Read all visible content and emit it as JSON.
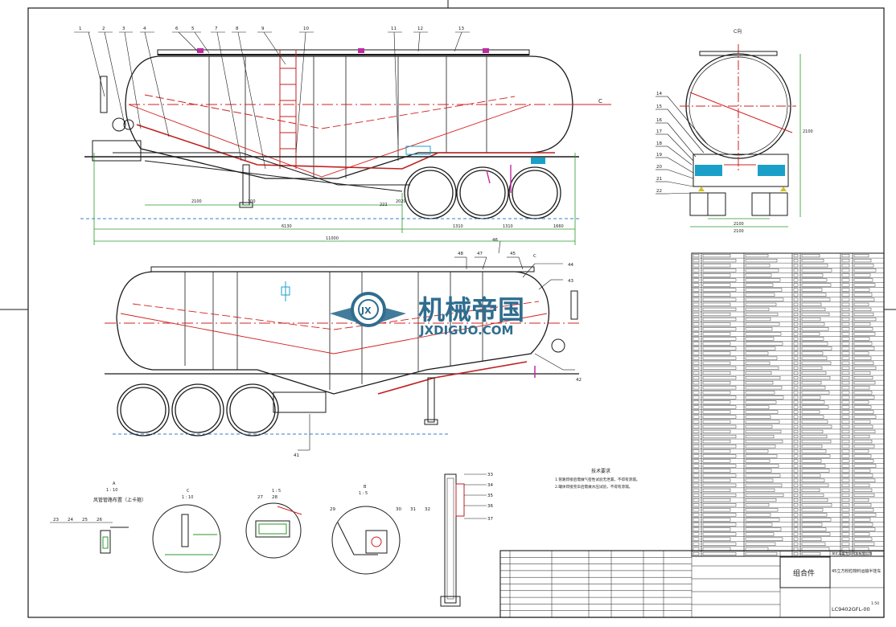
{
  "watermark": {
    "chinese": "机械帝国",
    "latin": "JXDIGUO.COM",
    "logo_letters": "JX",
    "color": "#2f6d8f"
  },
  "colors": {
    "outline": "#1a1a1a",
    "centerline": "#d22020",
    "dimension": "#2a9a2a",
    "magenta": "#c02aa0",
    "cyan": "#1aa0c8",
    "ground": "#3a7ec8"
  },
  "side_view": {
    "balloons": [
      "1",
      "2",
      "3",
      "4",
      "6",
      "5",
      "7",
      "8",
      "9",
      "10",
      "11",
      "12",
      "13"
    ],
    "section_mark": "C",
    "dimensions": [
      "2100",
      "222",
      "2020",
      "300",
      "6130",
      "1310",
      "1310",
      "1660",
      "11000"
    ]
  },
  "end_view": {
    "balloons": [
      "14",
      "15",
      "16",
      "17",
      "18",
      "19",
      "20",
      "21",
      "22"
    ],
    "dimensions": [
      "2100",
      "2100",
      "2100"
    ],
    "section_mark": "C向"
  },
  "other_side_view": {
    "balloons": [
      "48",
      "47",
      "46",
      "45",
      "44",
      "43",
      "42",
      "41"
    ],
    "section_mark": "C"
  },
  "detail_views": {
    "a": {
      "title": "A",
      "subtitle": "1 : 10",
      "caption": "风管管路布置（上卡箍）",
      "balloons": [
        "23",
        "24",
        "25",
        "26"
      ]
    },
    "b": {
      "title": "C",
      "subtitle": "1 : 10",
      "balloons": []
    },
    "c": {
      "title": "1 : 5",
      "balloons": [
        "27",
        "28"
      ]
    },
    "d": {
      "title": "B",
      "subtitle": "1 : 5",
      "balloons": [
        "29",
        "30",
        "31",
        "32"
      ]
    },
    "e": {
      "balloons": [
        "33",
        "34",
        "35",
        "36",
        "37"
      ]
    }
  },
  "tech_notes": {
    "title": "技术要求",
    "lines": [
      "1.管路焊接后需做气密性试验无泄漏，不得有渗漏。",
      "2.罐体焊接完毕后需做水压试验，不得有渗漏。"
    ]
  },
  "title_block": {
    "assembly_label": "组合件",
    "product_name": "45立方粉粒物料运输半挂车",
    "company": "湖北某某专用汽车有限公司",
    "drawing_no": "LC9402GFL-00",
    "scale": "1:50"
  },
  "parts_list_rows": 62
}
